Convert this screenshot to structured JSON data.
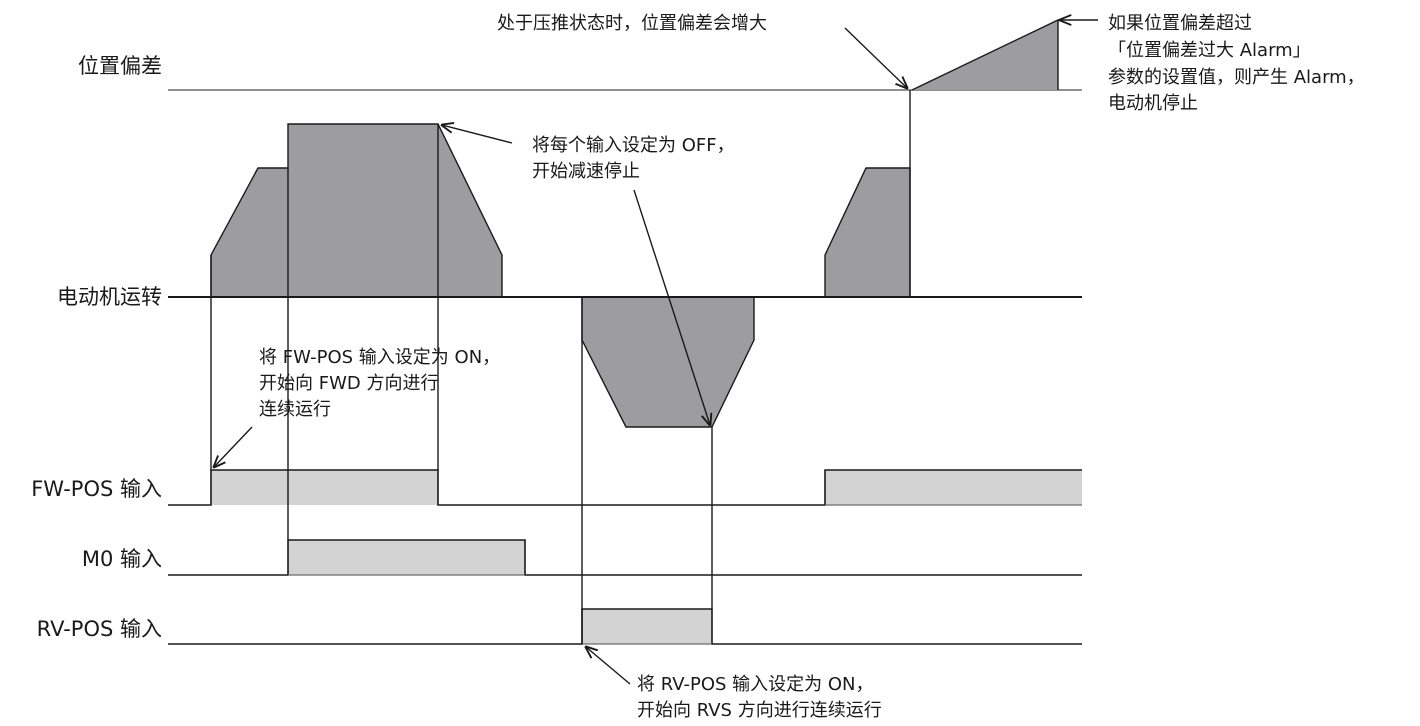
{
  "colors": {
    "dark_fill": "#9d9d9f",
    "light_fill": "#d3d3d3",
    "line": "#1a1a1a",
    "baseline": "#6b6b6b"
  },
  "rows": {
    "position_deviation": "位置偏差",
    "motor_operation": "电动机运转",
    "fw_pos_input": "FW-POS 输入",
    "m0_input": "M0 输入",
    "rv_pos_input": "RV-POS 输入"
  },
  "annotations": {
    "push_deviation": "处于压推状态时，位置偏差会增大",
    "alarm": [
      "如果位置偏差超过",
      "「位置偏差过大 Alarm」",
      "参数的设置值，则产生 Alarm，",
      "电动机停止"
    ],
    "off_decel": [
      "将每个输入设定为 OFF，",
      "开始减速停止"
    ],
    "fw_on": [
      "将 FW-POS 输入设定为 ON，",
      "开始向 FWD 方向进行",
      "连续运行"
    ],
    "rv_on": [
      "将 RV-POS 输入设定为 ON，",
      "开始向 RVS 方向进行连续运行"
    ]
  }
}
